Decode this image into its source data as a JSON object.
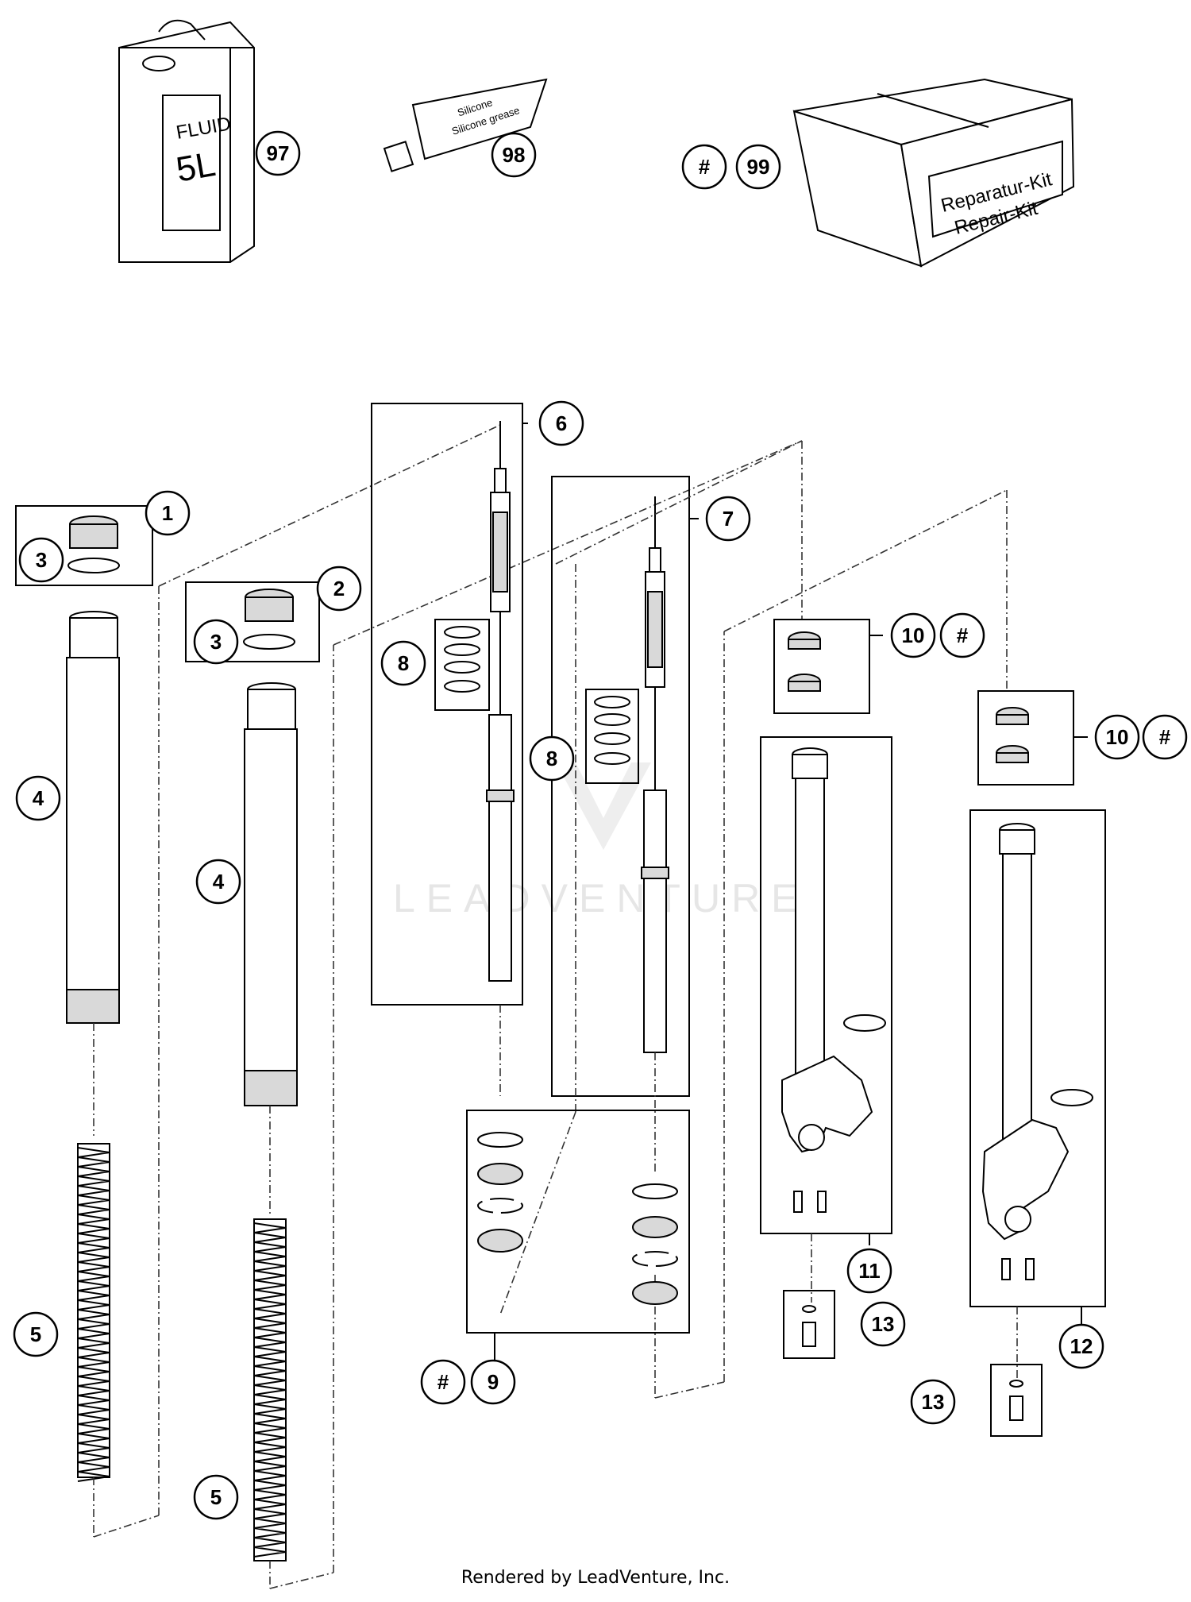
{
  "callouts": {
    "c1": "1",
    "c2": "2",
    "c3a": "3",
    "c3b": "3",
    "c4a": "4",
    "c4b": "4",
    "c5a": "5",
    "c5b": "5",
    "c6": "6",
    "c7": "7",
    "c8a": "8",
    "c8b": "8",
    "c9": "9",
    "c9hash": "#",
    "c10a": "10",
    "c10ahash": "#",
    "c10b": "10",
    "c10bhash": "#",
    "c11": "11",
    "c12": "12",
    "c13a": "13",
    "c13b": "13",
    "c97": "97",
    "c98": "98",
    "c99": "99",
    "c99hash": "#"
  },
  "labels": {
    "can_line1": "FLUID",
    "can_line2": "5L",
    "tube_line1": "Silicone",
    "tube_line2": "Silicone grease",
    "kit_line1": "Reparatur-Kit",
    "kit_line2": "Repair-Kit"
  },
  "watermark": "LEADVENTURE",
  "footer": "Rendered by LeadVenture, Inc."
}
